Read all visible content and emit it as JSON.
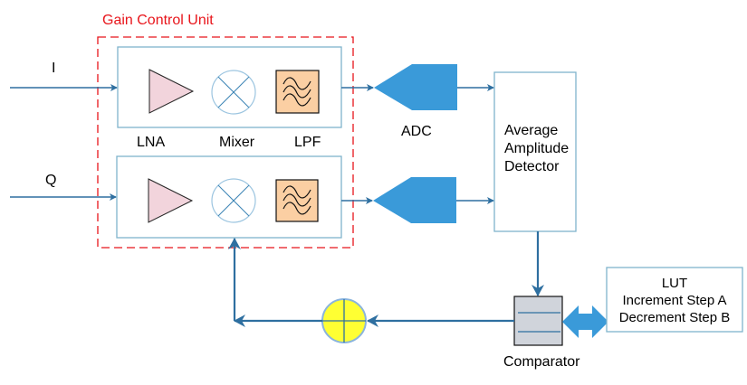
{
  "diagram": {
    "title": "Gain Control Unit",
    "inputs": [
      {
        "label": "I"
      },
      {
        "label": "Q"
      }
    ],
    "components": {
      "lna": "LNA",
      "mixer": "Mixer",
      "lpf": "LPF",
      "adc": "ADC",
      "detector_lines": [
        "Average",
        "Amplitude",
        "Detector"
      ],
      "comparator": "Comparator",
      "lut_lines": [
        "LUT",
        "Increment Step A",
        "Decrement Step B"
      ]
    },
    "colors": {
      "dashed_border": "#e8151b",
      "box_border": "#7fb4cc",
      "arrow": "#2e6fa0",
      "adc_fill": "#3a9ad9",
      "lna_fill": "#f2d4dc",
      "lpf_fill": "#fbcfa3",
      "summer_fill": "#ffff33",
      "comparator_fill": "#d0d4db"
    }
  }
}
